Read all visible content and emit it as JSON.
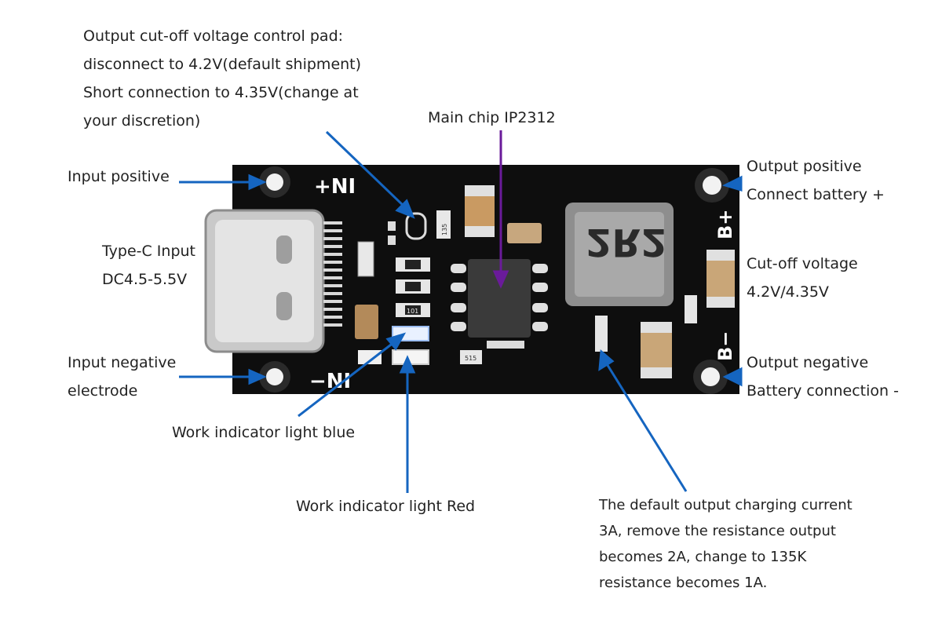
{
  "annotations": {
    "cutoff_pad": {
      "lines": [
        "Output cut-off voltage control pad:",
        "disconnect to 4.2V(default shipment)",
        "Short connection to 4.35V(change at",
        "your discretion)"
      ]
    },
    "main_chip": {
      "lines": [
        "Main chip IP2312"
      ]
    },
    "input_positive": {
      "lines": [
        "Input positive"
      ]
    },
    "type_c": {
      "lines": [
        "Type-C Input",
        "DC4.5-5.5V"
      ]
    },
    "input_negative": {
      "lines": [
        "Input negative",
        "electrode"
      ]
    },
    "led_blue": {
      "lines": [
        "Work indicator light blue"
      ]
    },
    "led_red": {
      "lines": [
        "Work indicator light Red"
      ]
    },
    "output_positive": {
      "lines": [
        "Output positive",
        "Connect battery +"
      ]
    },
    "cutoff_voltage": {
      "lines": [
        "Cut-off voltage",
        "4.2V/4.35V"
      ]
    },
    "output_negative": {
      "lines": [
        "Output negative",
        "Battery connection -"
      ]
    },
    "current_note": {
      "lines": [
        "The default output charging current",
        "3A, remove the resistance output",
        "becomes 2A, change to 135K",
        "resistance becomes 1A."
      ]
    }
  },
  "board_silkscreen": {
    "in_pos": "+NI",
    "in_neg": "−NI",
    "b_pos": "B+",
    "b_neg": "B−",
    "inductor": "2R2",
    "r_135": "135",
    "r_101": "101",
    "r_515": "515"
  },
  "colors": {
    "arrow": "#1565c0",
    "chip_pointer": "#6a1b9a",
    "pcb": "#111111"
  }
}
